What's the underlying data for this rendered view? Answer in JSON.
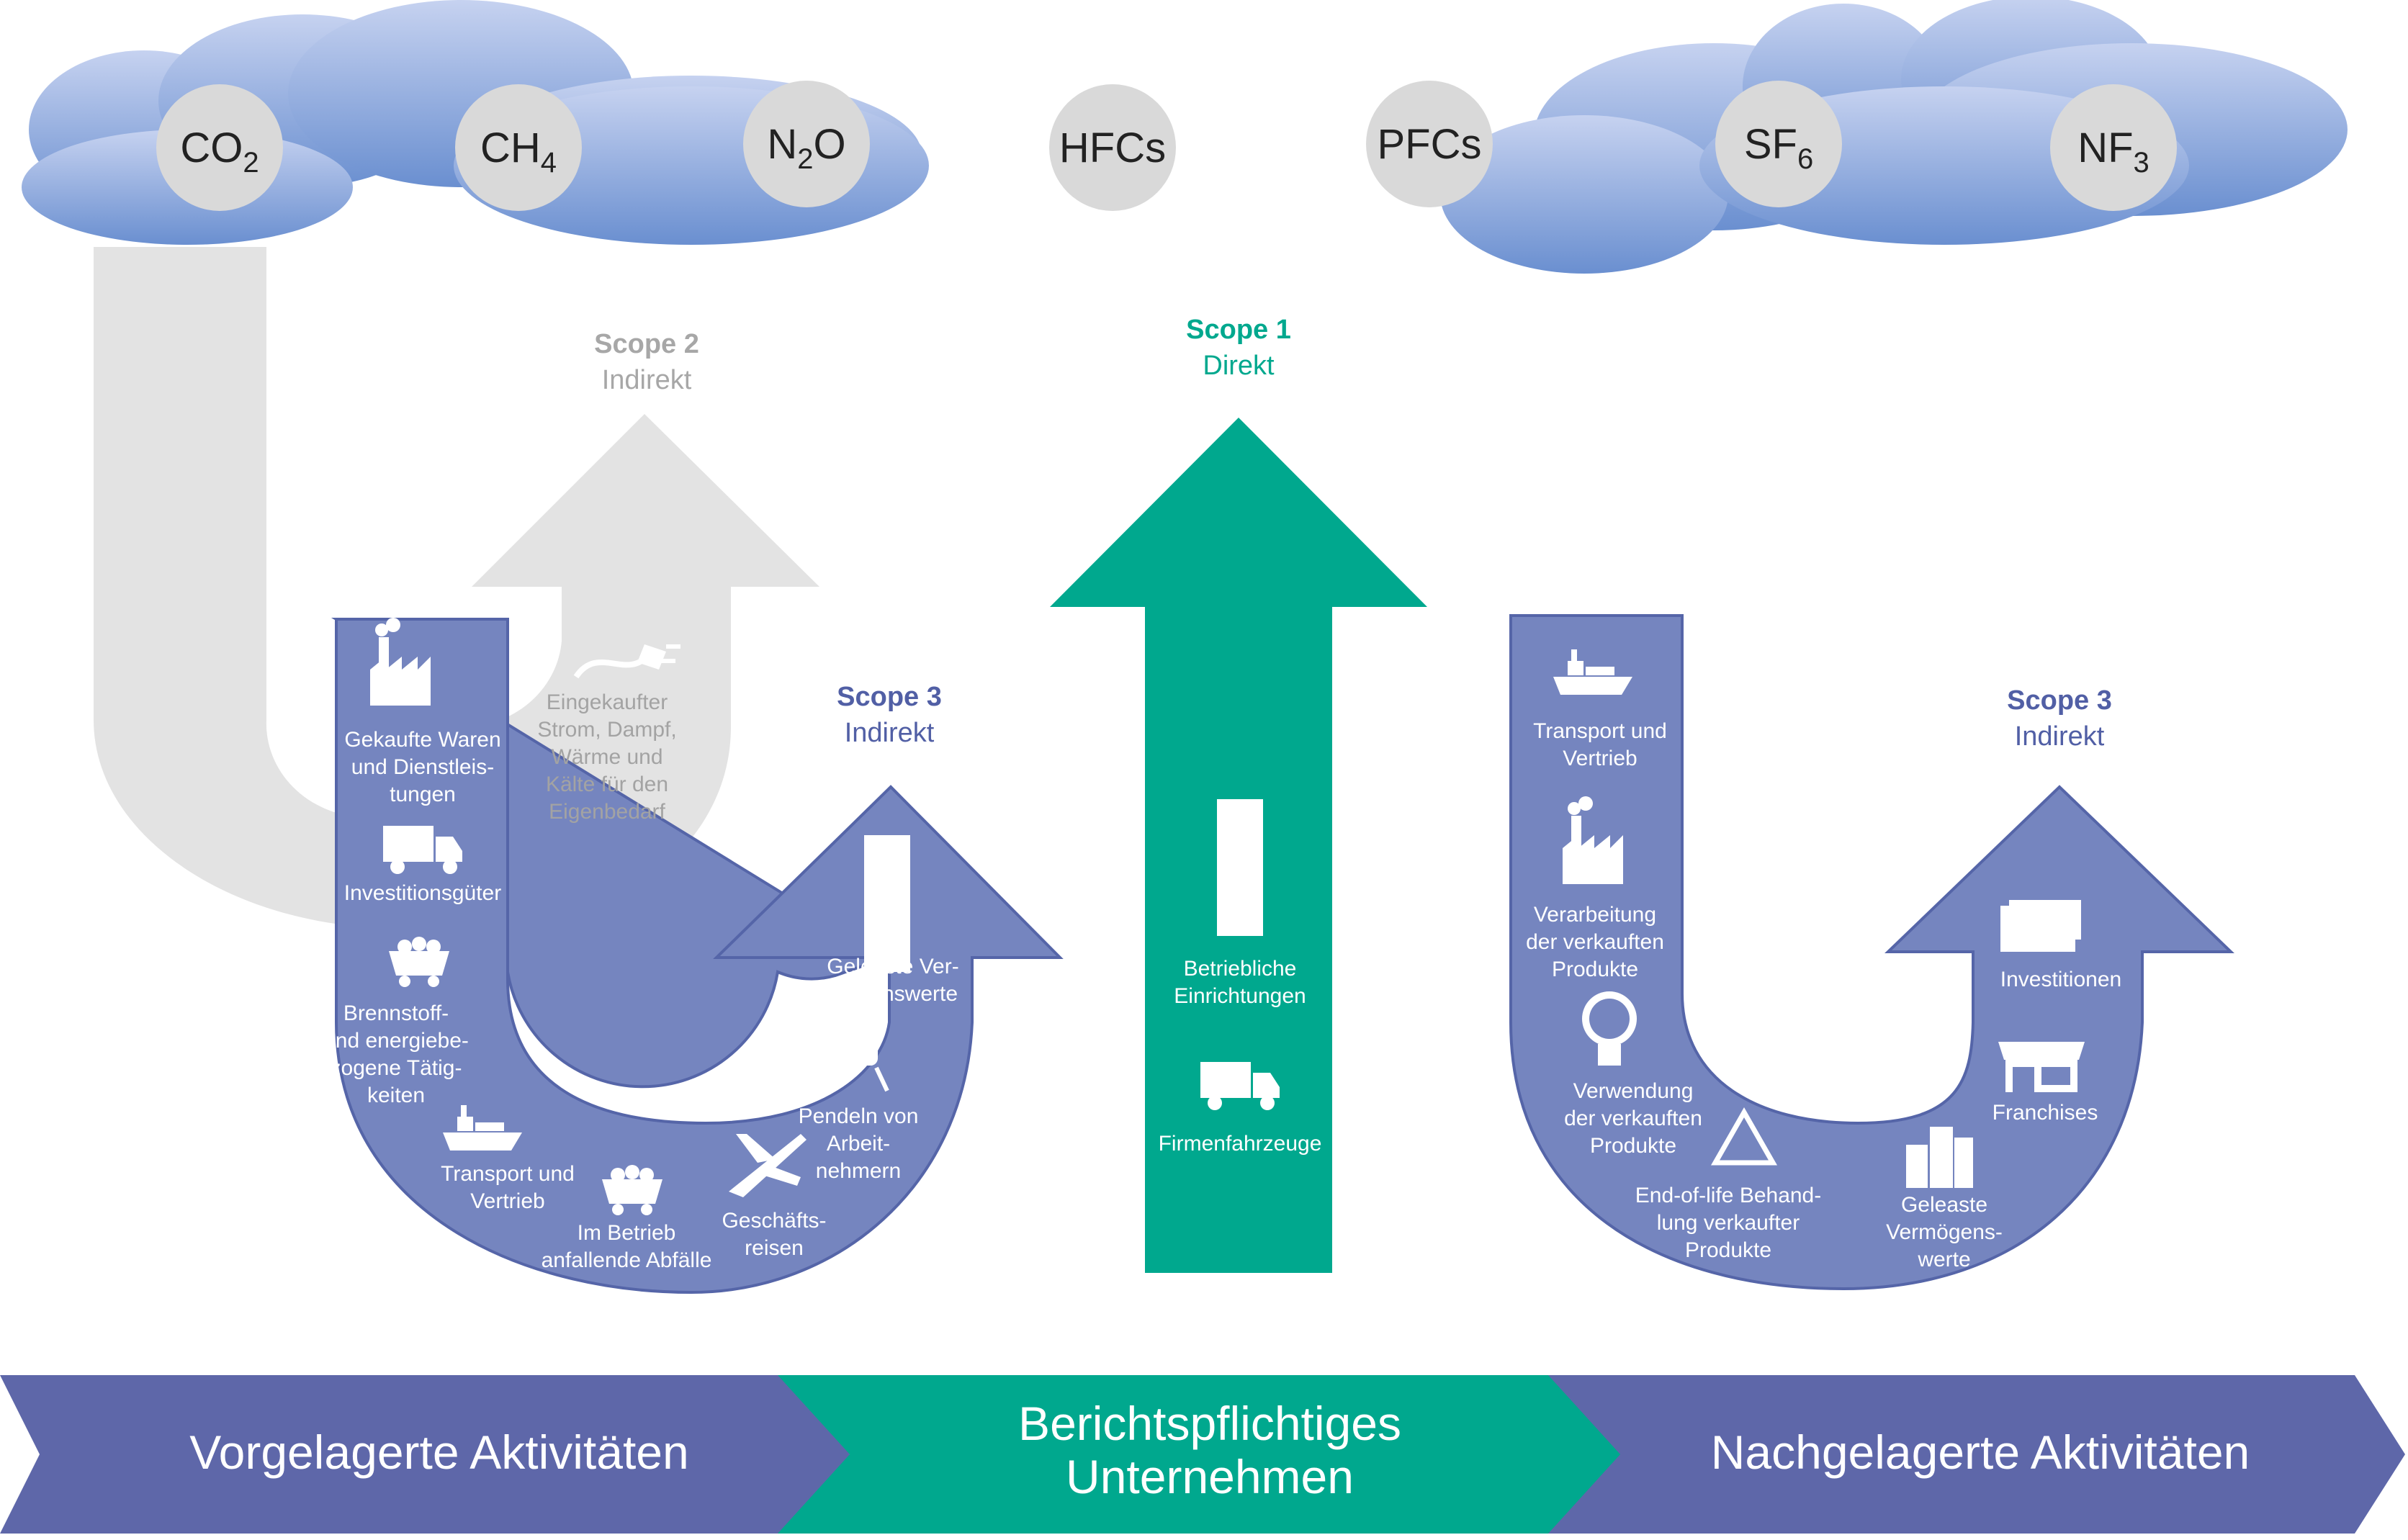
{
  "gases": [
    {
      "base": "CO",
      "sub": "2"
    },
    {
      "base": "CH",
      "sub": "4"
    },
    {
      "base": "N",
      "sub": "2",
      "suffix": "O"
    },
    {
      "base": "HFCs",
      "sub": ""
    },
    {
      "base": "PFCs",
      "sub": ""
    },
    {
      "base": "SF",
      "sub": "6"
    },
    {
      "base": "NF",
      "sub": "3"
    }
  ],
  "scope2": {
    "title": "Scope 2",
    "subtitle": "Indirekt",
    "item": [
      "Eingekaufter",
      "Strom, Dampf,",
      "Wärme und",
      "Kälte für den",
      "Eigenbedarf"
    ],
    "icon": "plug-icon"
  },
  "scope1": {
    "title": "Scope 1",
    "subtitle": "Direkt",
    "items": [
      {
        "lines": [
          "Betriebliche",
          "Einrichtungen"
        ],
        "icon": "building-icon"
      },
      {
        "lines": [
          "Firmenfahrzeuge"
        ],
        "icon": "truck-icon"
      }
    ]
  },
  "scope3_up": {
    "title": "Scope 3",
    "subtitle": "Indirekt",
    "items": [
      {
        "lines": [
          "Gekaufte Waren",
          "und Dienstleis-",
          "tungen"
        ],
        "icon": "factory-icon"
      },
      {
        "lines": [
          "Investitionsgüter"
        ],
        "icon": "truck-icon"
      },
      {
        "lines": [
          "Brennstoff-",
          "und energiebe-",
          "zogene Tätig-",
          "keiten"
        ],
        "icon": "mine-cart-icon"
      },
      {
        "lines": [
          "Transport und",
          "Vertrieb"
        ],
        "icon": "ship-icon"
      },
      {
        "lines": [
          "Im Betrieb",
          "anfallende Abfälle"
        ],
        "icon": "waste-cart-icon"
      },
      {
        "lines": [
          "Geschäfts-",
          "reisen"
        ],
        "icon": "airplane-icon"
      },
      {
        "lines": [
          "Pendeln von",
          "Arbeit-",
          "nehmern"
        ],
        "icon": "train-icon"
      },
      {
        "lines": [
          "Geleaste Ver-",
          "mögenswerte"
        ],
        "icon": "building-icon"
      }
    ]
  },
  "scope3_down": {
    "title": "Scope 3",
    "subtitle": "Indirekt",
    "items": [
      {
        "lines": [
          "Transport und",
          "Vertrieb"
        ],
        "icon": "ship-icon"
      },
      {
        "lines": [
          "Verarbeitung",
          "der verkauften",
          "Produkte"
        ],
        "icon": "factory-icon"
      },
      {
        "lines": [
          "Verwendung",
          "der verkauften",
          "Produkte"
        ],
        "icon": "lightbulb-icon"
      },
      {
        "lines": [
          "End-of-life Behand-",
          "lung verkaufter",
          "Produkte"
        ],
        "icon": "recycle-icon"
      },
      {
        "lines": [
          "Geleaste",
          "Vermögens-",
          "werte"
        ],
        "icon": "buildings-icon"
      },
      {
        "lines": [
          "Franchises"
        ],
        "icon": "shop-icon"
      },
      {
        "lines": [
          "Investitionen"
        ],
        "icon": "money-icon"
      }
    ]
  },
  "bottom_bar": {
    "left": [
      "Vorgelagerte Aktivitäten"
    ],
    "center": [
      "Berichtspflichtiges",
      "Unternehmen"
    ],
    "right": [
      "Nachgelagerte Aktivitäten"
    ]
  },
  "colors": {
    "scope1": "#00a88e",
    "scope2": "#e3e3e3",
    "scope3": "#7585bf",
    "scope3_outline": "#5565a8",
    "bar": "#5e67a9",
    "scope2_text": "#a7a7a7",
    "scope3_text": "#515fa5",
    "cloud_light": "#bcc9ec",
    "cloud_dark": "#6a8fd0",
    "gas_circle": "#d9d9d9"
  }
}
